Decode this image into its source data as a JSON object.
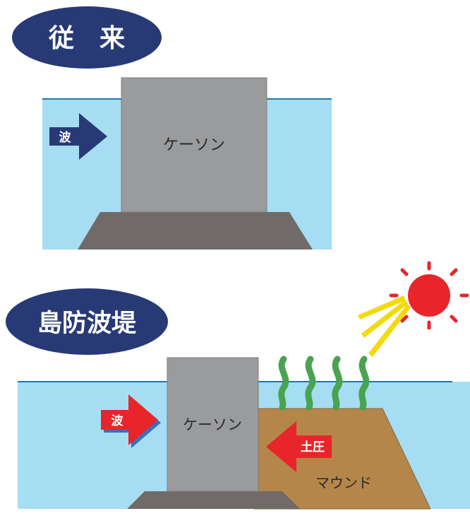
{
  "top_panel": {
    "badge_label": "従　来",
    "wave_label": "波",
    "caisson_label": "ケーソン"
  },
  "bottom_panel": {
    "badge_label": "島防波堤",
    "wave_label": "波",
    "caisson_label": "ケーソン",
    "earth_pressure_label": "土圧",
    "mound_label": "マウンド"
  },
  "colors": {
    "badge_navy": "#283a75",
    "water": "#a6ddf3",
    "water_line": "#1c76b4",
    "caisson": "#9a9b9d",
    "base": "#706b68",
    "mound": "#b58649",
    "wave_arrow_top": "#283a75",
    "arrow_red": "#e8252b",
    "steam": "#49a34f",
    "sun": "#e8252b",
    "sunray": "#f5d90f"
  }
}
